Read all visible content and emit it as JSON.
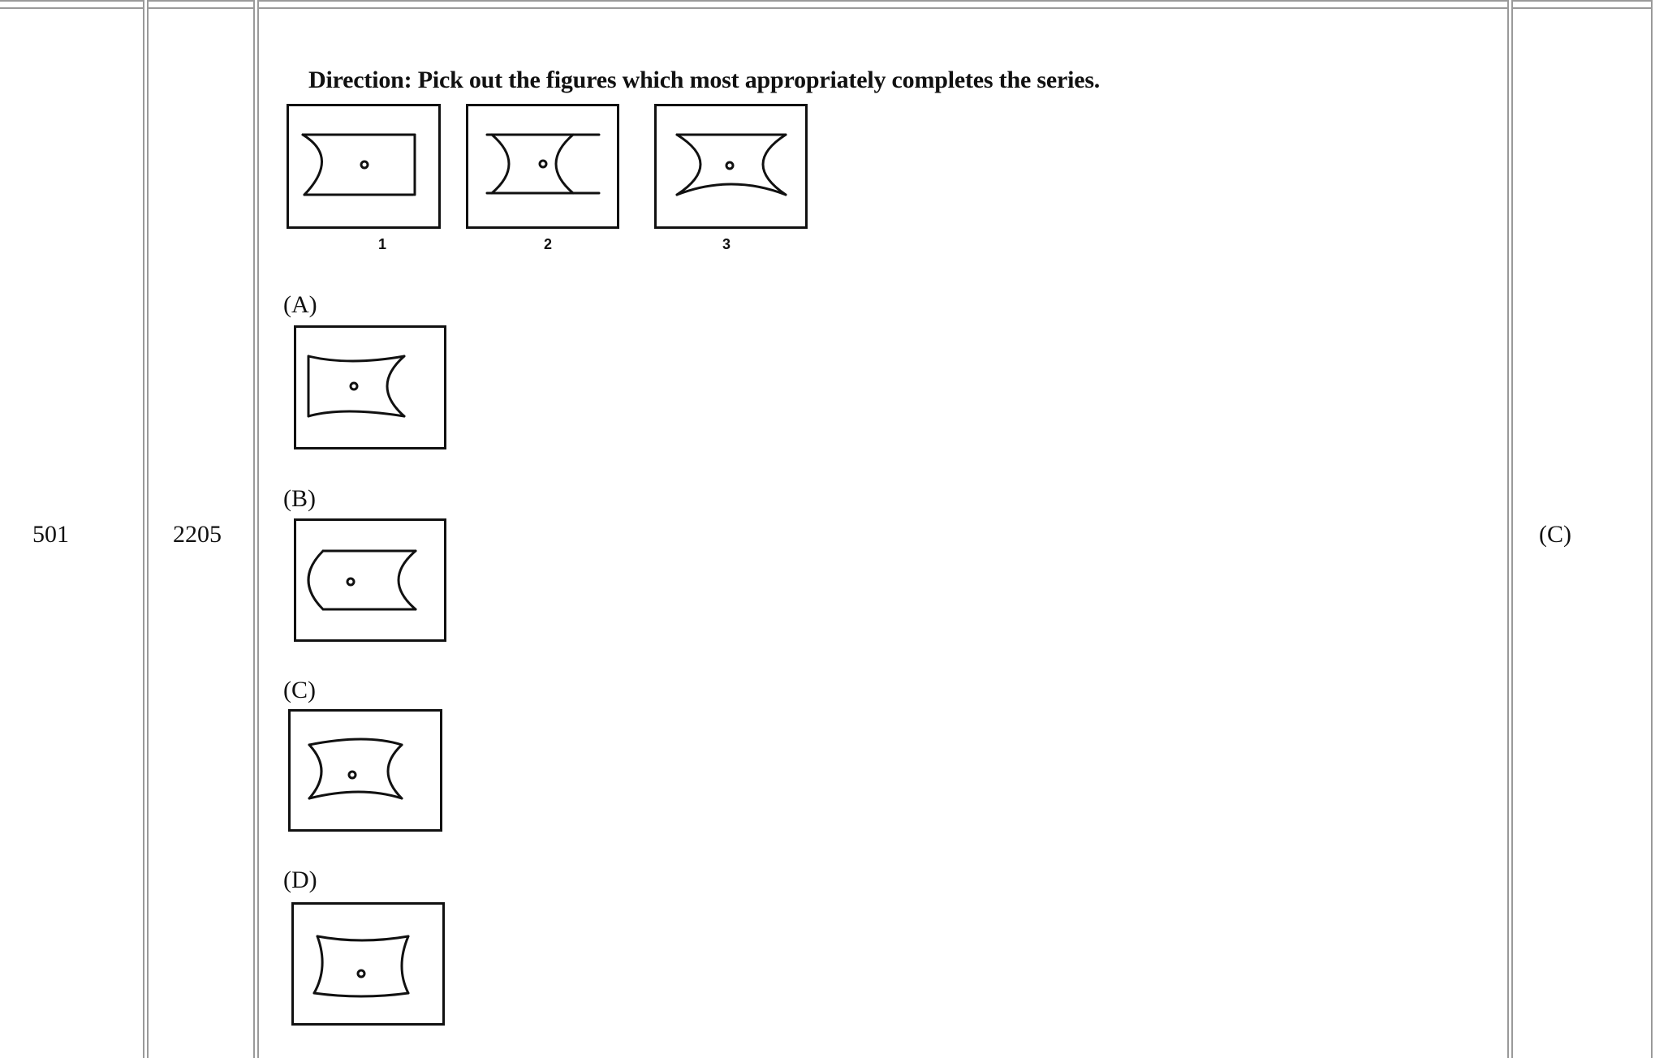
{
  "row": {
    "serial_no": "501",
    "question_id": "2205",
    "answer": "(C)"
  },
  "question": {
    "direction": "Direction: Pick out the figures which most appropriately completes the series.",
    "problem_figures": [
      {
        "label": "1",
        "shape": "left-arc-rectangle"
      },
      {
        "label": "2",
        "shape": "two-arc-sides"
      },
      {
        "label": "3",
        "shape": "two-arc-sides-curved-bottom"
      }
    ],
    "options": [
      {
        "label": "(A)",
        "shape": "curved-top-bottom-right-arc"
      },
      {
        "label": "(B)",
        "shape": "left-bulge-right-arc"
      },
      {
        "label": "(C)",
        "shape": "four-curved-sides"
      },
      {
        "label": "(D)",
        "shape": "four-curved-sides-tall"
      }
    ]
  }
}
